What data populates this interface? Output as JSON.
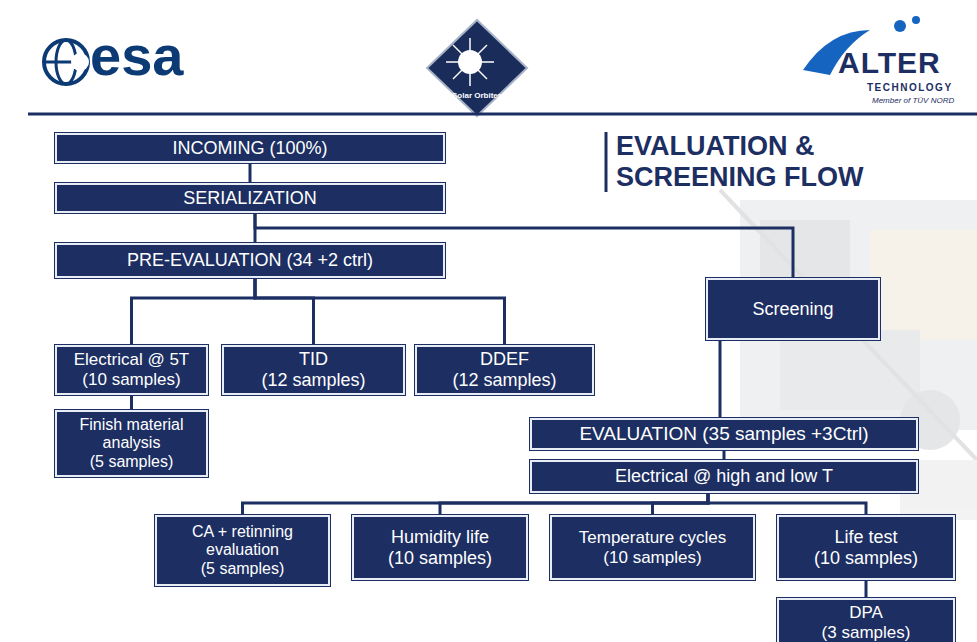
{
  "diagram": {
    "title": "EVALUATION & SCREENING FLOW",
    "nodes": [
      {
        "text": [
          "INCOMING (100%)"
        ]
      },
      {
        "text": [
          "SERIALIZATION"
        ]
      },
      {
        "text": [
          "PRE-EVALUATION (34 +2 ctrl)"
        ]
      },
      {
        "text": [
          "Electrical @ 5T",
          "(10 samples)"
        ]
      },
      {
        "text": [
          "Finish material analysis",
          "(5 samples)"
        ]
      },
      {
        "text": [
          "TID",
          "(12 samples)"
        ]
      },
      {
        "text": [
          "DDEF",
          "(12 samples)"
        ]
      },
      {
        "text": [
          "Screening"
        ]
      },
      {
        "text": [
          "EVALUATION (35 samples +3Ctrl)"
        ]
      },
      {
        "text": [
          "Electrical @ high and low T"
        ]
      },
      {
        "text": [
          "CA + retinning evaluation",
          "(5 samples)"
        ]
      },
      {
        "text": [
          "Humidity life",
          "(10 samples)"
        ]
      },
      {
        "text": [
          "Temperature cycles",
          "(10 samples)"
        ]
      },
      {
        "text": [
          "Life test",
          "(10 samples)"
        ]
      },
      {
        "text": [
          "DPA",
          "(3 samples)"
        ]
      }
    ],
    "edges": [
      {
        "from": 0,
        "to": 1,
        "arrow": "none"
      },
      {
        "from": 1,
        "to": 2,
        "arrow": "none"
      },
      {
        "from": 1,
        "to": 7,
        "arrow": "none"
      },
      {
        "from": 2,
        "to": 3,
        "arrow": "none"
      },
      {
        "from": 2,
        "to": 5,
        "arrow": "none"
      },
      {
        "from": 2,
        "to": 6,
        "arrow": "none"
      },
      {
        "from": 3,
        "to": 4,
        "arrow": "none"
      },
      {
        "from": 7,
        "to": 8,
        "arrow": "none"
      },
      {
        "from": 8,
        "to": 9,
        "arrow": "none"
      },
      {
        "from": 9,
        "to": 10,
        "arrow": "none"
      },
      {
        "from": 9,
        "to": 11,
        "arrow": "none"
      },
      {
        "from": 9,
        "to": 12,
        "arrow": "none"
      },
      {
        "from": 9,
        "to": 13,
        "arrow": "none"
      },
      {
        "from": 13,
        "to": 14,
        "arrow": "none"
      }
    ],
    "labels": [
      "esa",
      "Solar Orbiter",
      "ALTER",
      "TECHNOLOGY",
      "Member of TÜV NORD"
    ]
  }
}
